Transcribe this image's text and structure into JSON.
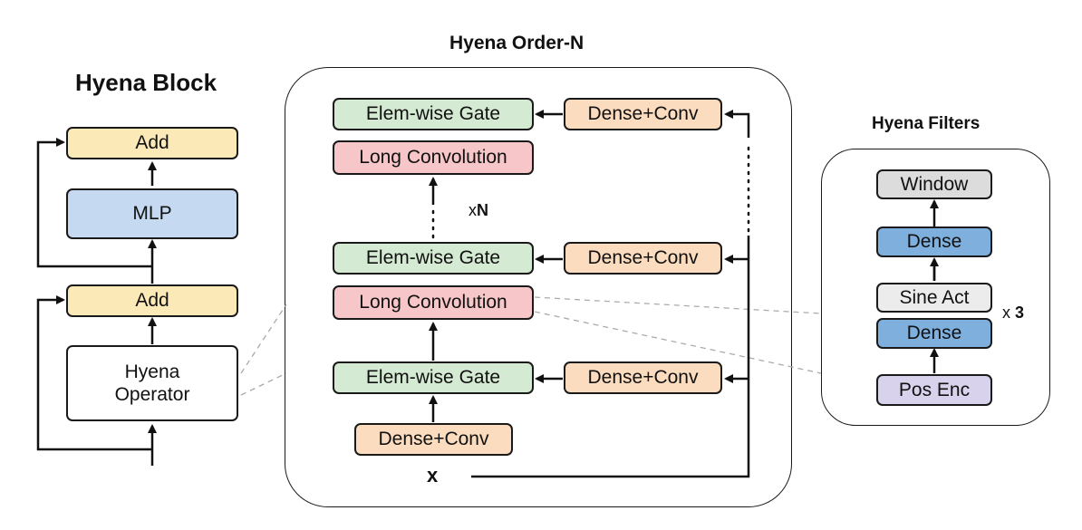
{
  "block": {
    "title": "Hyena Block",
    "add_top": "Add",
    "mlp": "MLP",
    "add_bottom": "Add",
    "operator_line1": "Hyena",
    "operator_line2": "Operator"
  },
  "order_n": {
    "title": "Hyena Order-N",
    "gate_top": "Elem-wise Gate",
    "dense_top": "Dense+Conv",
    "longconv_top": "Long Convolution",
    "repeat_prefix": "x",
    "repeat_n": "N",
    "gate_mid": "Elem-wise Gate",
    "dense_mid": "Dense+Conv",
    "longconv_mid": "Long Convolution",
    "gate_bottom": "Elem-wise Gate",
    "dense_bottom_right": "Dense+Conv",
    "dense_input": "Dense+Conv",
    "input_label": "x"
  },
  "filters": {
    "title": "Hyena Filters",
    "window": "Window",
    "dense_top": "Dense",
    "sine_act": "Sine Act",
    "dense_bottom": "Dense",
    "pos_enc": "Pos Enc",
    "repeat_prefix": "x",
    "repeat_n": "3"
  },
  "colors": {
    "add": "#fce9b8",
    "mlp": "#c5daf0",
    "gate": "#d4ead2",
    "long_conv": "#f6c6c8",
    "dense_conv": "#fcdcbf",
    "window": "#dcdcdc",
    "dense_filter": "#7fb0dd",
    "sine_act": "#ececec",
    "pos_enc": "#d9d2ec"
  }
}
